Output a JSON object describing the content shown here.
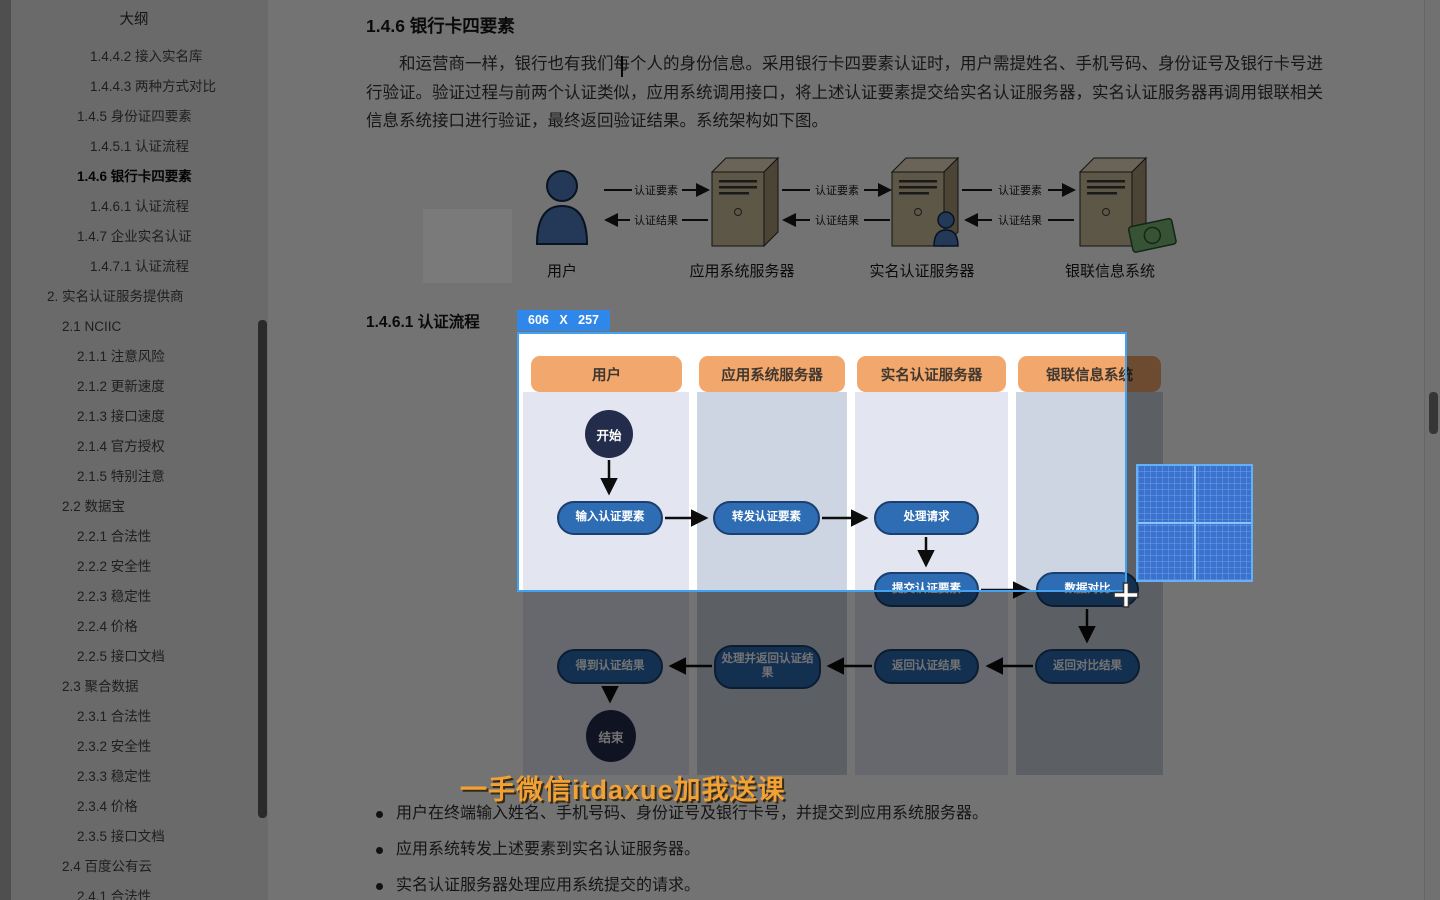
{
  "sidebar": {
    "title": "大纲",
    "items": [
      {
        "label": "1.4.4.2 接入实名库",
        "depth": 4,
        "active": false
      },
      {
        "label": "1.4.4.3 两种方式对比",
        "depth": 4,
        "active": false
      },
      {
        "label": "1.4.5 身份证四要素",
        "depth": 3,
        "active": false
      },
      {
        "label": "1.4.5.1 认证流程",
        "depth": 4,
        "active": false
      },
      {
        "label": "1.4.6 银行卡四要素",
        "depth": 3,
        "active": true
      },
      {
        "label": "1.4.6.1 认证流程",
        "depth": 4,
        "active": false
      },
      {
        "label": "1.4.7 企业实名认证",
        "depth": 3,
        "active": false
      },
      {
        "label": "1.4.7.1 认证流程",
        "depth": 4,
        "active": false
      },
      {
        "label": "2. 实名认证服务提供商",
        "depth": 1,
        "active": false
      },
      {
        "label": "2.1 NCIIC",
        "depth": 2,
        "active": false
      },
      {
        "label": "2.1.1 注意风险",
        "depth": 3,
        "active": false
      },
      {
        "label": "2.1.2 更新速度",
        "depth": 3,
        "active": false
      },
      {
        "label": "2.1.3 接口速度",
        "depth": 3,
        "active": false
      },
      {
        "label": "2.1.4 官方授权",
        "depth": 3,
        "active": false
      },
      {
        "label": "2.1.5 特别注意",
        "depth": 3,
        "active": false
      },
      {
        "label": "2.2 数据宝",
        "depth": 2,
        "active": false
      },
      {
        "label": "2.2.1 合法性",
        "depth": 3,
        "active": false
      },
      {
        "label": "2.2.2 安全性",
        "depth": 3,
        "active": false
      },
      {
        "label": "2.2.3 稳定性",
        "depth": 3,
        "active": false
      },
      {
        "label": "2.2.4 价格",
        "depth": 3,
        "active": false
      },
      {
        "label": "2.2.5 接口文档",
        "depth": 3,
        "active": false
      },
      {
        "label": "2.3 聚合数据",
        "depth": 2,
        "active": false
      },
      {
        "label": "2.3.1 合法性",
        "depth": 3,
        "active": false
      },
      {
        "label": "2.3.2 安全性",
        "depth": 3,
        "active": false
      },
      {
        "label": "2.3.3 稳定性",
        "depth": 3,
        "active": false
      },
      {
        "label": "2.3.4 价格",
        "depth": 3,
        "active": false
      },
      {
        "label": "2.3.5 接口文档",
        "depth": 3,
        "active": false
      },
      {
        "label": "2.4 百度公有云",
        "depth": 2,
        "active": false
      },
      {
        "label": "2.4.1 合法性",
        "depth": 3,
        "active": false
      }
    ]
  },
  "main": {
    "heading": "1.4.6 银行卡四要素",
    "paragraph": "和运营商一样，银行也有我们每个人的身份信息。采用银行卡四要素认证时，用户需提姓名、手机号码、身份证号及银行卡号进行验证。验证过程与前两个认证类似，应用系统调用接口，将上述认证要素提交给实名认证服务器，实名认证服务器再调用银联相关信息系统接口进行验证，最终返回验证结果。系统架构如下图。",
    "subheading": "1.4.6.1 认证流程",
    "bullets": [
      "用户在终端输入姓名、手机号码、身份证号及银行卡号，并提交到应用系统服务器。",
      "应用系统转发上述要素到实名认证服务器。",
      "实名认证服务器处理应用系统提交的请求。"
    ],
    "watermark": "一手微信itdaxue加我送课"
  },
  "architecture": {
    "actors": [
      "用户",
      "应用系统服务器",
      "实名认证服务器",
      "银联信息系统"
    ],
    "request_label": "认证要素",
    "response_label": "认证结果"
  },
  "screenshot_tool": {
    "size_badge": "606 X 257"
  },
  "flowchart": {
    "columns": [
      "用户",
      "应用系统服务器",
      "实名认证服务器",
      "银联信息系统"
    ],
    "nodes": [
      "开始",
      "输入认证要素",
      "转发认证要素",
      "处理请求",
      "提交认证要素",
      "数据对比",
      "返回对比结果",
      "返回认证结果",
      "处理并返回认证结 果",
      "得到认证结果",
      "结束"
    ]
  },
  "colors": {
    "selection_border": "#43a1f2",
    "badge_blue": "#2e87e9",
    "header_orange": "#f2a76c",
    "node_blue": "#2e6cb3",
    "watermark_orange": "#f2a135"
  }
}
